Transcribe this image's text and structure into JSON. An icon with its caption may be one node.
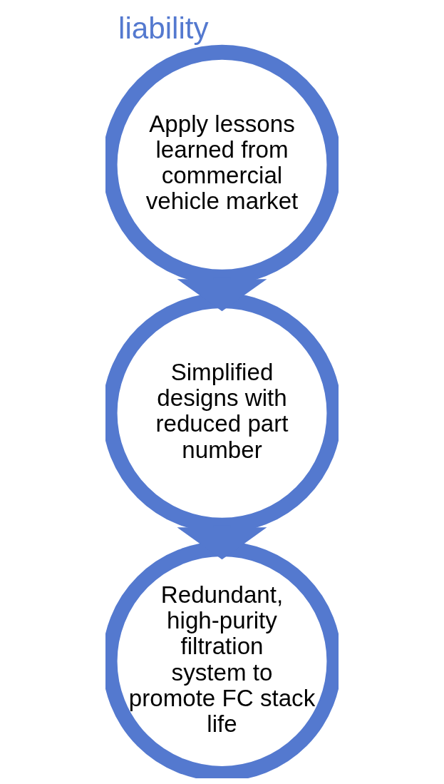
{
  "diagram": {
    "title": "liability",
    "nodes": [
      {
        "text": [
          "Apply lessons learned from commercial vehicle market"
        ]
      },
      {
        "text": [
          "Simplified designs with reduced part number"
        ]
      },
      {
        "text": [
          "Redundant, high-purity filtration system to promote FC stack life"
        ]
      }
    ],
    "edges": [
      {
        "from": 0,
        "to": 1,
        "arrow": "to",
        "style": "thick"
      },
      {
        "from": 1,
        "to": 2,
        "arrow": "to",
        "style": "thick"
      }
    ]
  }
}
